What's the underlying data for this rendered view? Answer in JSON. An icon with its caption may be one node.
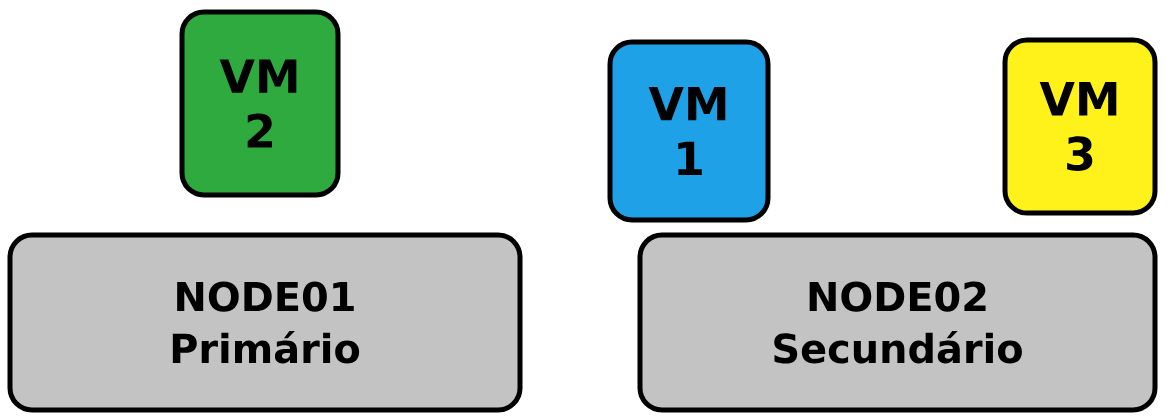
{
  "diagram": {
    "nodes": [
      {
        "text": [
          "VM 2"
        ]
      },
      {
        "text": [
          "VM 1"
        ]
      },
      {
        "text": [
          "VM 3"
        ]
      },
      {
        "text": [
          "NODE01",
          "Primário"
        ]
      },
      {
        "text": [
          "NODE02",
          "Secundário"
        ]
      }
    ],
    "edges": []
  }
}
